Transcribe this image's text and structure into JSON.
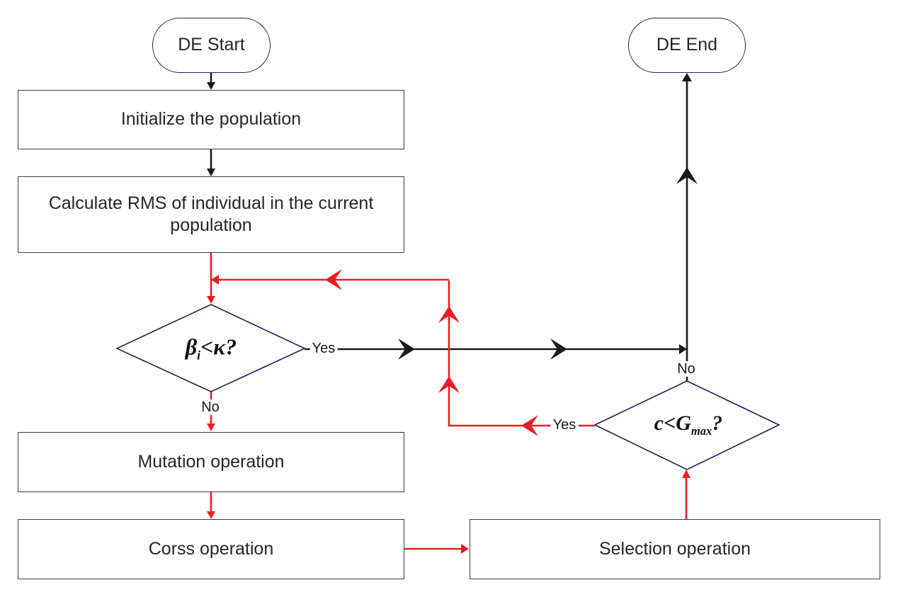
{
  "nodes": {
    "start": {
      "label": "DE Start"
    },
    "end": {
      "label": "DE End"
    },
    "initialize": {
      "label": "Initialize the population"
    },
    "calculate_rms": {
      "label": "Calculate RMS of individual in the current population"
    },
    "beta_decision": {
      "base": "β",
      "sub": "i",
      "rest": "<κ?"
    },
    "mutation": {
      "label": "Mutation operation"
    },
    "cross": {
      "label": "Corss operation"
    },
    "selection": {
      "label": "Selection operation"
    },
    "gmax_decision": {
      "base": "c<G",
      "sub": "max",
      "rest": "?"
    }
  },
  "edge_labels": {
    "beta_yes": "Yes",
    "beta_no": "No",
    "gmax_yes": "Yes",
    "gmax_no": "No"
  },
  "colors": {
    "loop_red": "#ed1c24",
    "line_black": "#1a1a1a",
    "box_border": "#3c3c46",
    "terminal_border": "#23234f"
  }
}
